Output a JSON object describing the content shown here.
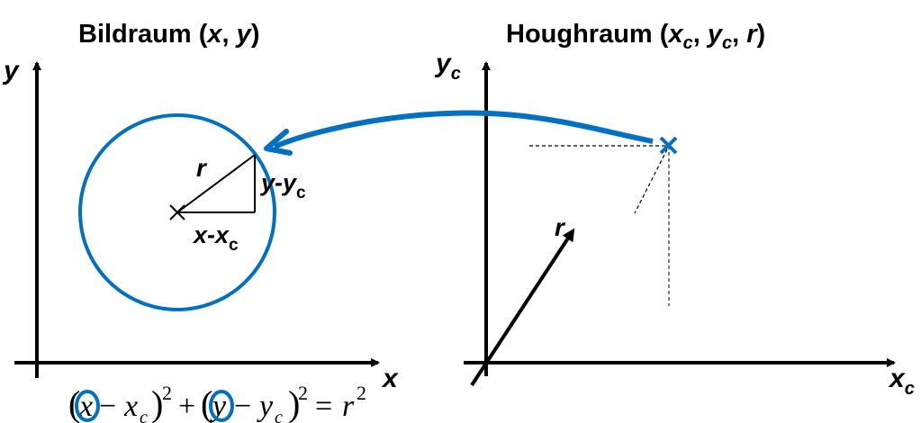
{
  "left_panel": {
    "title": {
      "prefix": "Bildraum (",
      "x": "x",
      "sep": ", ",
      "y": "y",
      "suffix": ")"
    },
    "axis_x_label": "x",
    "axis_y_label": "y",
    "radius_label": "r",
    "dy_label": {
      "main": "y-y",
      "sub": "c"
    },
    "dx_label": {
      "main": "x-x",
      "sub": "c"
    },
    "formula": {
      "open1": "(",
      "x": "x",
      "minus1": "−",
      "xc": "x",
      "xc_sub": "c",
      "close1": ")",
      "exp1": "2",
      "plus": "+",
      "open2": "(",
      "y": "y",
      "minus2": "−",
      "yc": "y",
      "yc_sub": "c",
      "close2": ")",
      "exp2": "2",
      "eq": "=",
      "r": "r",
      "exp3": "2"
    }
  },
  "right_panel": {
    "title": {
      "prefix": "Houghraum (",
      "xc": "x",
      "xc_sub": "c",
      "sep1": ", ",
      "yc": "y",
      "yc_sub": "c",
      "sep2": ", ",
      "r": "r",
      "suffix": ")"
    },
    "axis_x_label": {
      "main": "x",
      "sub": "c"
    },
    "axis_y_label": {
      "main": "y",
      "sub": "c"
    },
    "r_axis_label": "r"
  },
  "colors": {
    "accent": "#0070C0",
    "ink": "#000000"
  }
}
